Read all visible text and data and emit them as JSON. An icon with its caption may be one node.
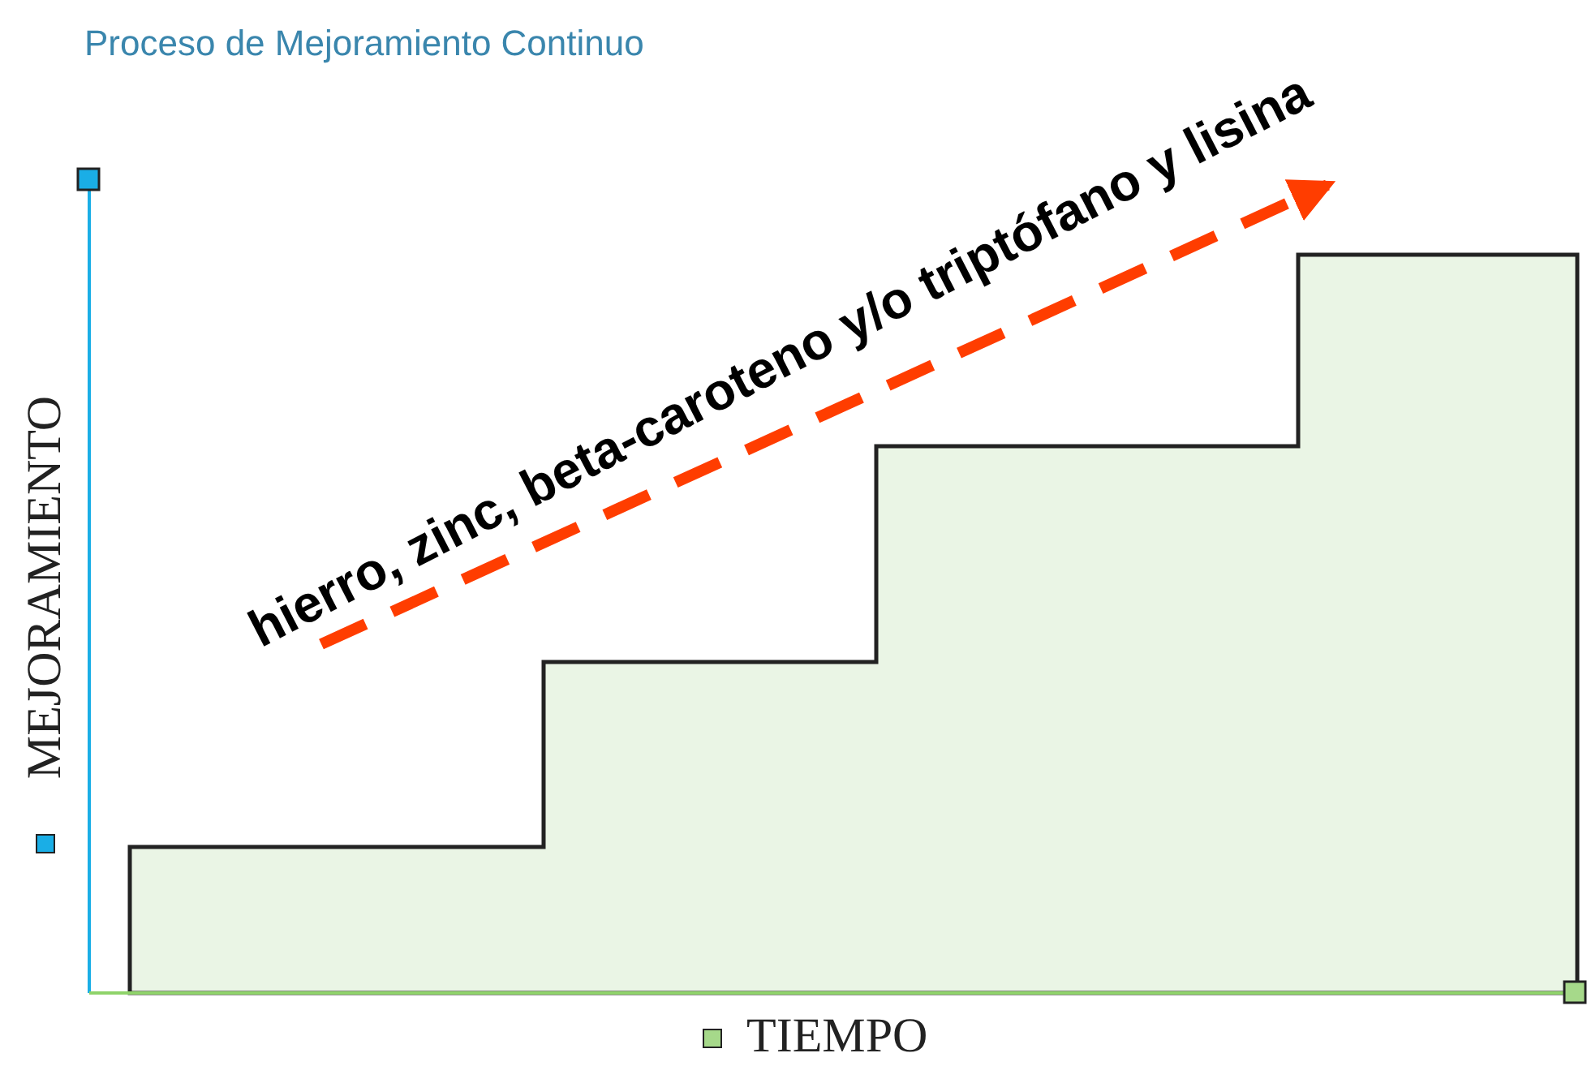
{
  "diagram": {
    "title": "Proceso de Mejoramiento Continuo",
    "labels": [
      "hierro, zinc, beta-caroteno y/o triptófano y lisina"
    ],
    "legend": [
      {
        "text": "MEJORAMIENTO",
        "color": "#1aaee6"
      },
      {
        "text": "TIEMPO",
        "color": "#a6d98a"
      }
    ]
  }
}
